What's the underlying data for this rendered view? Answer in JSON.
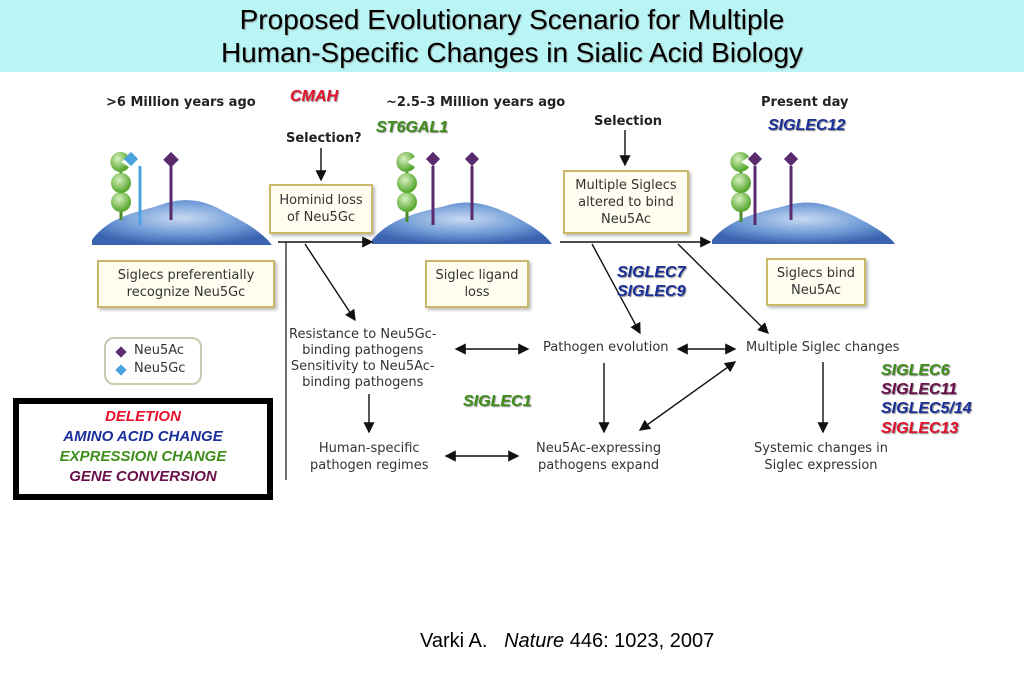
{
  "title": {
    "line1": "Proposed Evolutionary Scenario for Multiple",
    "line2": "Human-Specific Changes in Sialic Acid Biology"
  },
  "eras": {
    "past": ">6 Million years ago",
    "middle": "~2.5–3 Million years ago",
    "present": "Present day"
  },
  "selection": {
    "first": "Selection?",
    "second": "Selection"
  },
  "boxes": {
    "hominid_loss": [
      "Hominid loss",
      "of Neu5Gc"
    ],
    "siglecs_prefer": [
      "Siglecs preferentially",
      "recognize Neu5Gc"
    ],
    "siglec_ligand_loss": [
      "Siglec ligand",
      "loss"
    ],
    "multiple_siglecs_altered": [
      "Multiple Siglecs",
      "altered to bind",
      "Neu5Ac"
    ],
    "siglecs_bind": [
      "Siglecs bind",
      "Neu5Ac"
    ]
  },
  "flow_labels": {
    "resistance": [
      "Resistance to Neu5Gc-",
      "binding pathogens",
      "Sensitivity to Neu5Ac-",
      "binding pathogens"
    ],
    "pathogen_evolution": "Pathogen evolution",
    "multiple_siglec_changes": "Multiple Siglec changes",
    "human_specific": [
      "Human-specific",
      "pathogen regimes"
    ],
    "neu5ac_expressing": [
      "Neu5Ac-expressing",
      "pathogens expand"
    ],
    "systemic_changes": [
      "Systemic changes in",
      "Siglec expression"
    ]
  },
  "legend": {
    "neu5ac": "Neu5Ac",
    "neu5gc": "Neu5Gc",
    "neu5ac_color": "#5a2a6e",
    "neu5gc_color": "#4aa3df"
  },
  "genes": {
    "cmah": "CMAH",
    "st6gal1": "ST6GAL1",
    "siglec12": "SIGLEC12",
    "siglec7": "SIGLEC7",
    "siglec9": "SIGLEC9",
    "siglec1": "SIGLEC1",
    "siglec6": "SIGLEC6",
    "siglec11": "SIGLEC11",
    "siglec5_14": "SIGLEC5/14",
    "siglec13": "SIGLEC13"
  },
  "key": {
    "deletion": "DELETION",
    "amino_acid_change": "AMINO ACID CHANGE",
    "expression_change": "EXPRESSION CHANGE",
    "gene_conversion": "GENE CONVERSION"
  },
  "colors": {
    "deletion": "#e8102a",
    "amino_acid_change": "#1a2f9a",
    "expression_change": "#3e8f1a",
    "gene_conversion": "#6a0f4a"
  },
  "citation": {
    "author": "Varki A.",
    "journal": "Nature",
    "ref": "446: 1023, 2007"
  }
}
